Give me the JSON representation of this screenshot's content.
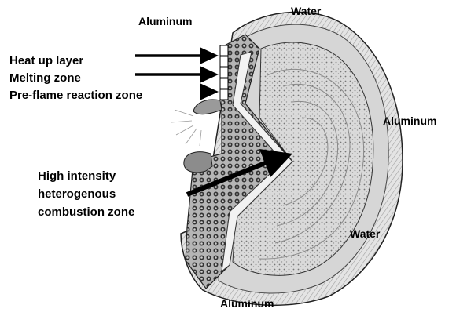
{
  "labels": {
    "aluminum_top": "Aluminum",
    "water_top": "Water",
    "aluminum_right": "Aluminum",
    "water_bottom_right": "Water",
    "aluminum_bottom": "Aluminum",
    "heat_up_layer": "Heat up layer",
    "melting_zone": "Melting zone",
    "pre_flame_zone": "Pre-flame reaction zone",
    "high_intensity_line1": "High intensity",
    "high_intensity_line2": "heterogenous",
    "high_intensity_line3": "combustion zone"
  },
  "colors": {
    "ink": "#000000",
    "background": "#ffffff",
    "shell_light": "#eeeeee",
    "shell_mid": "#d2d2d2",
    "shell_dark": "#b6b6b6"
  }
}
